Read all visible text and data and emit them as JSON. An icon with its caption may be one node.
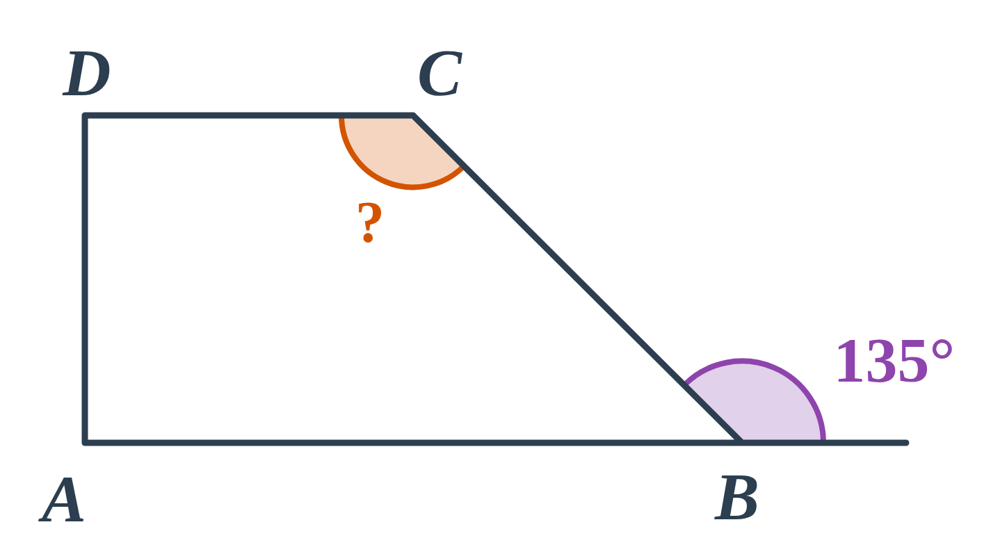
{
  "diagram": {
    "labels": [
      "D",
      "C",
      "?",
      "135°",
      "A",
      "B"
    ]
  }
}
